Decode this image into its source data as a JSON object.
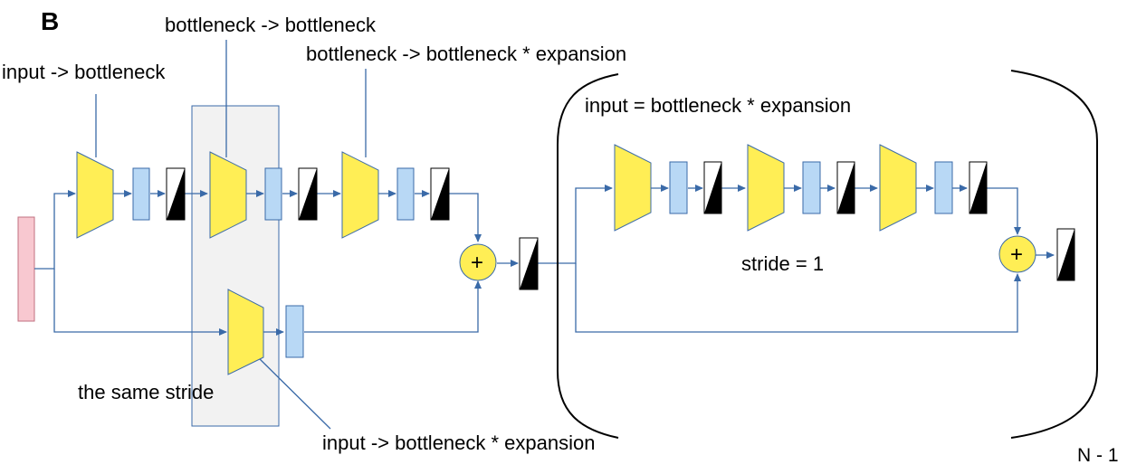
{
  "panel_label": "B",
  "labels": {
    "input_to_bottleneck": "input -> bottleneck",
    "bottleneck_to_bottleneck": "bottleneck -> bottleneck",
    "bottleneck_to_expansion": "bottleneck -> bottleneck * expansion",
    "shortcut_projection": "input -> bottleneck * expansion",
    "same_stride": "the same stride",
    "repeat_input": "input = bottleneck * expansion",
    "repeat_stride": "stride = 1",
    "repeat_count": "N - 1"
  },
  "symbols": {
    "add": "+"
  },
  "colors": {
    "conv": "#ffee55",
    "norm": "#b8d8f5",
    "input": "#f8c8d0",
    "arrow": "#3a6aa8",
    "highlight_fill": "#f2f2f2",
    "highlight_stroke": "#3a6aa8"
  }
}
